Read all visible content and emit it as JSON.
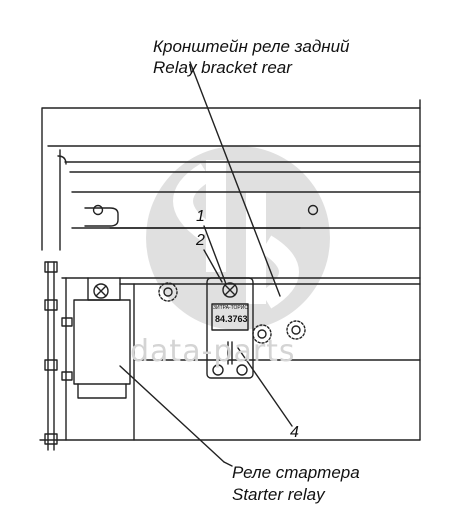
{
  "captions": {
    "bracket_ru": "Кронштейн реле задний",
    "bracket_en": "Relay  bracket rear",
    "starter_ru": "Реле стартера",
    "starter_en": "Starter relay"
  },
  "callouts": {
    "c1": "1",
    "c2": "2",
    "c4": "4"
  },
  "plate": {
    "brand": "ЗИТРА-ТОРИС",
    "model": "84.3763"
  },
  "watermark": {
    "text": "data-parts"
  },
  "colors": {
    "line": "#222222",
    "watermark": "#c8c8c8"
  }
}
